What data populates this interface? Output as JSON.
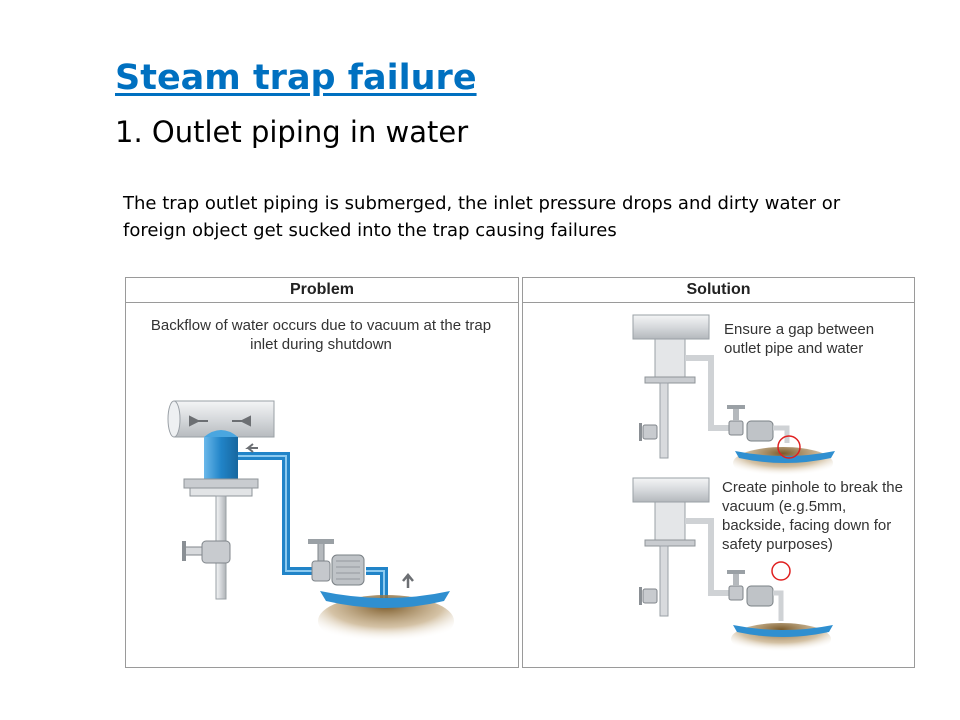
{
  "slide": {
    "title": "Steam trap failure",
    "subtitle": "1. Outlet piping in water",
    "description": "The trap outlet piping is submerged, the inlet pressure drops and dirty water or foreign object get sucked into the trap causing failures"
  },
  "problem": {
    "header": "Problem",
    "caption": "Backflow of water occurs due to vacuum at the trap inlet during shutdown"
  },
  "solution": {
    "header": "Solution",
    "caption_1": "Ensure a gap between outlet pipe and water",
    "caption_2": "Create pinhole to break the vacuum (e.g.5mm, backside, facing down for safety purposes)"
  },
  "colors": {
    "title": "#0070c0",
    "water": "#2f8fd0",
    "pipe": "#d9dcdf",
    "highlight_circle": "#e02020"
  }
}
